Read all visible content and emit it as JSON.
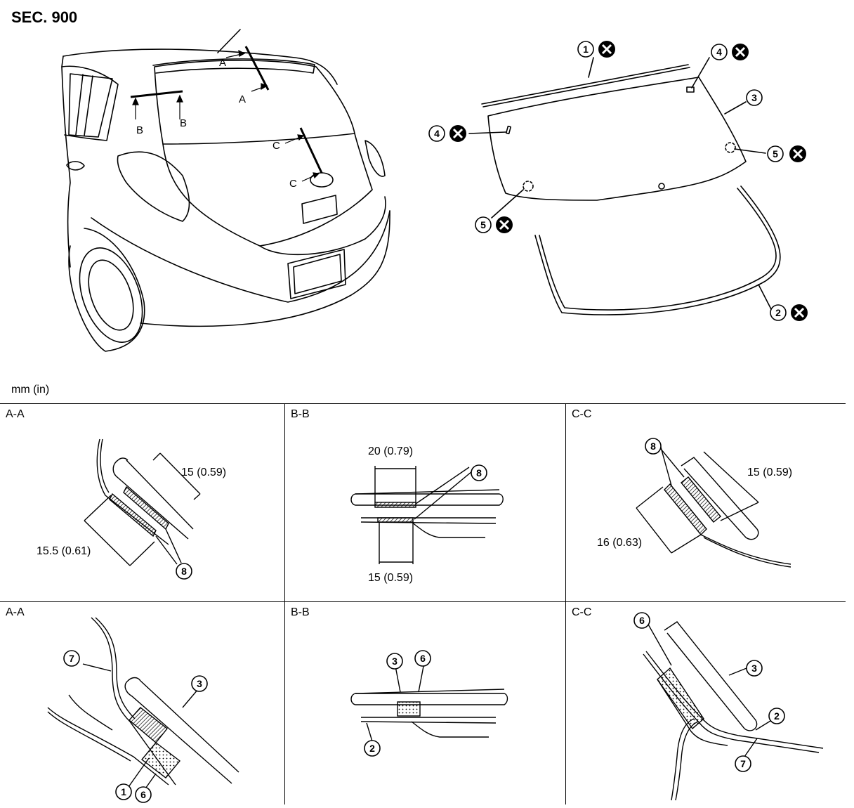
{
  "header": {
    "section": "SEC. 900"
  },
  "units": "mm (in)",
  "car_view": {
    "markers": [
      "A",
      "A",
      "B",
      "B",
      "C",
      "C"
    ]
  },
  "exploded_view": {
    "callouts": [
      {
        "num": "1",
        "not_reusable": true
      },
      {
        "num": "4",
        "not_reusable": true
      },
      {
        "num": "3",
        "not_reusable": false
      },
      {
        "num": "4",
        "not_reusable": true
      },
      {
        "num": "5",
        "not_reusable": true
      },
      {
        "num": "5",
        "not_reusable": true
      },
      {
        "num": "2",
        "not_reusable": true
      }
    ]
  },
  "sections": [
    {
      "label": "A-A",
      "dims": [
        "15 (0.59)",
        "15.5 (0.61)"
      ],
      "callouts": [
        "8"
      ]
    },
    {
      "label": "B-B",
      "dims": [
        "20 (0.79)",
        "15 (0.59)"
      ],
      "callouts": [
        "8"
      ]
    },
    {
      "label": "C-C",
      "dims": [
        "15 (0.59)",
        "16 (0.63)"
      ],
      "callouts": [
        "8"
      ]
    },
    {
      "label": "A-A",
      "dims": [],
      "callouts": [
        "7",
        "3",
        "1",
        "6"
      ]
    },
    {
      "label": "B-B",
      "dims": [],
      "callouts": [
        "3",
        "6",
        "2"
      ]
    },
    {
      "label": "C-C",
      "dims": [],
      "callouts": [
        "6",
        "3",
        "2",
        "7"
      ]
    }
  ]
}
